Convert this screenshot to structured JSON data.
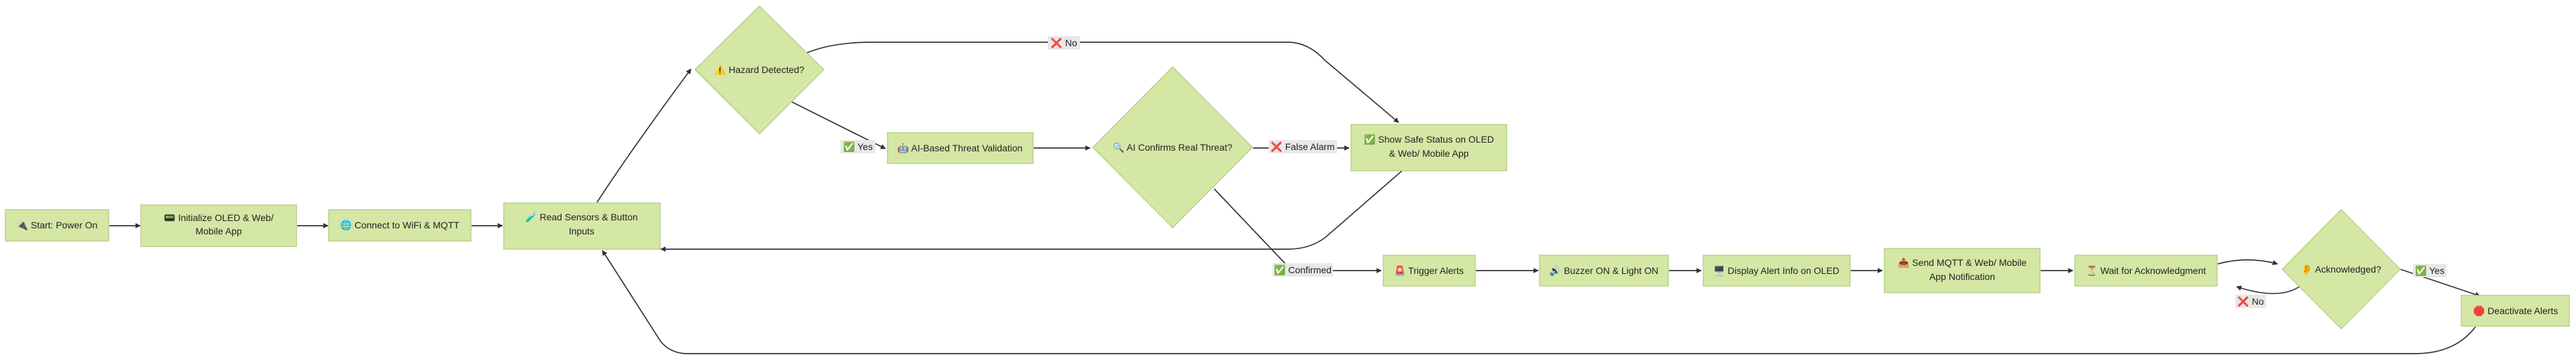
{
  "nodes": {
    "start": {
      "icon": "🔌",
      "lines": [
        "Start: Power On"
      ]
    },
    "init_oled": {
      "icon": "📟",
      "lines": [
        "Initialize OLED & Web/",
        "Mobile App"
      ]
    },
    "connect_wifi": {
      "icon": "🌐",
      "lines": [
        "Connect to WiFi & MQTT"
      ]
    },
    "read_sensors": {
      "icon": "🧪",
      "lines": [
        "Read Sensors & Button",
        "Inputs"
      ]
    },
    "hazard_detected": {
      "icon": "⚠️",
      "lines": [
        "Hazard Detected?"
      ]
    },
    "ai_validation": {
      "icon": "🤖",
      "lines": [
        "AI-Based Threat Validation"
      ]
    },
    "ai_confirms": {
      "icon": "🔍",
      "lines": [
        "AI Confirms Real Threat?"
      ]
    },
    "safe_status": {
      "icon": "✅",
      "lines": [
        "Show Safe Status on OLED",
        "& Web/ Mobile App"
      ]
    },
    "trigger_alerts": {
      "icon": "🚨",
      "lines": [
        "Trigger Alerts"
      ]
    },
    "buzzer_light": {
      "icon": "🔊",
      "lines": [
        "Buzzer ON & Light ON"
      ]
    },
    "display_alert": {
      "icon": "🖥️",
      "lines": [
        "Display Alert Info on OLED"
      ]
    },
    "send_mqtt": {
      "icon": "📤",
      "lines": [
        "Send MQTT & Web/ Mobile",
        "App Notification"
      ]
    },
    "wait_ack": {
      "icon": "⏳",
      "lines": [
        "Wait for Acknowledgment"
      ]
    },
    "acknowledged": {
      "icon": "👂",
      "lines": [
        "Acknowledged?"
      ]
    },
    "deactivate": {
      "icon": "🛑",
      "lines": [
        "Deactivate Alerts"
      ]
    }
  },
  "edge_labels": {
    "hazard_no": "❌ No",
    "hazard_yes": "✅ Yes",
    "false_alarm": "❌ False Alarm",
    "confirmed": "✅ Confirmed",
    "ack_no": "❌ No",
    "ack_yes": "✅ Yes"
  },
  "colors": {
    "node_fill": "#d4e7a5",
    "node_stroke": "#b2cc82",
    "edge": "#333333",
    "label_bg": "#e8e8e8"
  }
}
